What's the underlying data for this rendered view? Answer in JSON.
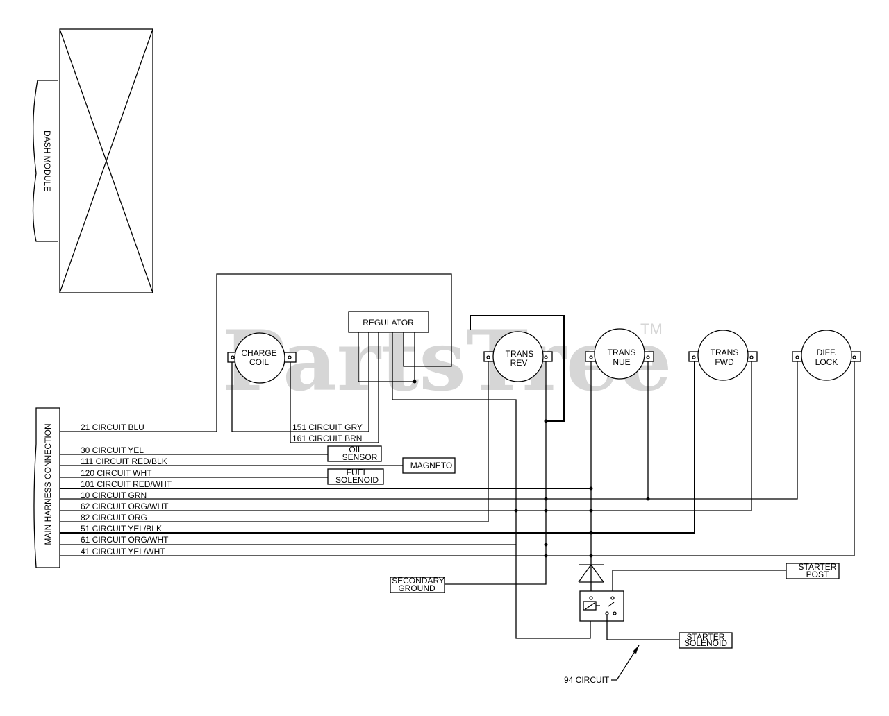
{
  "watermark": {
    "text": "PartsTree",
    "trademark": "TM"
  },
  "dash_module": {
    "label": "DASH MODULE"
  },
  "main_harness": {
    "label": "MAIN HARNESS CONNECTION"
  },
  "components": {
    "regulator": "REGULATOR",
    "charge_coil": [
      "CHARGE",
      "COIL"
    ],
    "trans_rev": [
      "TRANS",
      "REV"
    ],
    "trans_nue": [
      "TRANS",
      "NUE"
    ],
    "trans_fwd": [
      "TRANS",
      "FWD"
    ],
    "diff_lock": [
      "DIFF.",
      "LOCK"
    ],
    "oil_sensor": [
      "OIL",
      "SENSOR"
    ],
    "magneto": "MAGNETO",
    "fuel_solenoid": [
      "FUEL",
      "SOLENOID"
    ],
    "secondary_ground": [
      "SECONDARY",
      "GROUND"
    ],
    "starter_post": [
      "STARTER",
      "POST"
    ],
    "starter_solenoid": [
      "STARTER",
      "SOLENOID"
    ]
  },
  "circuits": [
    "21 CIRCUIT BLU",
    "151 CIRCUIT GRY",
    "161 CIRCUIT BRN",
    "30 CIRCUIT YEL",
    "111 CIRCUIT RED/BLK",
    "120 CIRCUIT WHT",
    "101 CIRCUIT RED/WHT",
    "10 CIRCUIT GRN",
    "62 CIRCUIT ORG/WHT",
    "82 CIRCUIT ORG",
    "51 CIRCUIT YEL/BLK",
    "61 CIRCUIT ORG/WHT",
    "41 CIRCUIT YEL/WHT",
    "94 CIRCUIT"
  ]
}
